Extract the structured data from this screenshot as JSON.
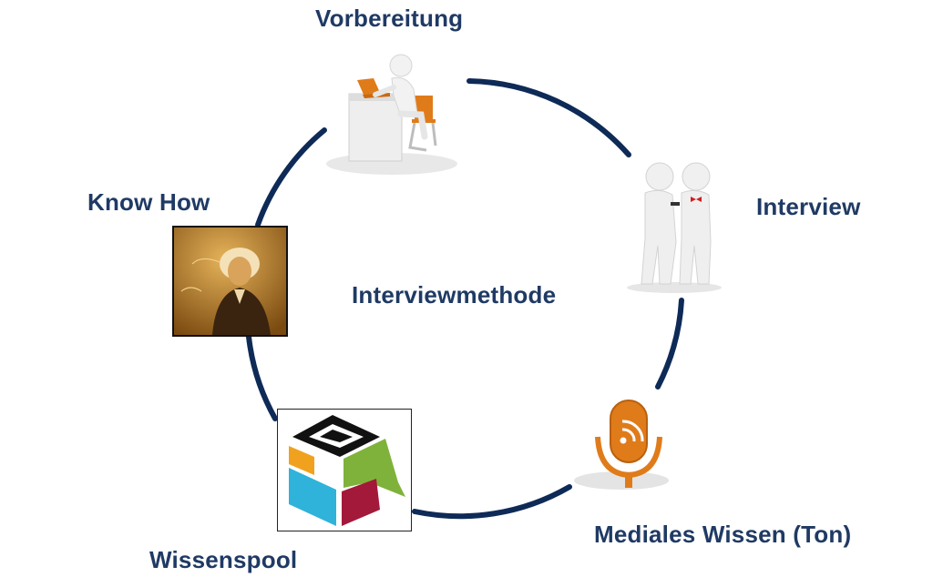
{
  "diagram": {
    "center_label": "Interviewmethode",
    "steps": [
      {
        "id": "vorbereitung",
        "label": "Vorbereitung",
        "icon": "person-at-desk-icon"
      },
      {
        "id": "interview",
        "label": "Interview",
        "icon": "two-people-talking-icon"
      },
      {
        "id": "medial",
        "label": "Mediales Wissen (Ton)",
        "icon": "microphone-icon"
      },
      {
        "id": "wissenspool",
        "label": "Wissenspool",
        "icon": "knowledge-pool-logo-icon"
      },
      {
        "id": "knowhow",
        "label": "Know How",
        "icon": "portrait-photo"
      }
    ]
  },
  "colors": {
    "text": "#1f3a64",
    "ring": "#0e2a57",
    "accent_orange": "#e07b1a"
  }
}
